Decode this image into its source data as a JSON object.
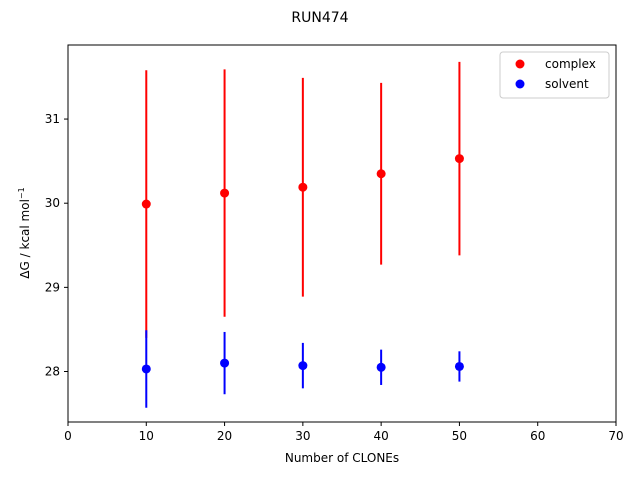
{
  "chart_data": {
    "type": "scatter",
    "title": "RUN474",
    "xlabel": "Number of CLONEs",
    "ylabel": "ΔG / kcal mol",
    "ylabel_superscript": "−1",
    "xlim": [
      0,
      70
    ],
    "ylim": [
      27.4,
      31.88
    ],
    "xticks": [
      0,
      10,
      20,
      30,
      40,
      50,
      60,
      70
    ],
    "yticks": [
      28,
      29,
      30,
      31
    ],
    "grid": false,
    "legend_position": "top-right",
    "series": [
      {
        "name": "complex",
        "color": "#ff0000",
        "x": [
          10,
          20,
          30,
          40,
          50
        ],
        "y": [
          29.99,
          30.12,
          30.19,
          30.35,
          30.53
        ],
        "err": [
          1.59,
          1.47,
          1.3,
          1.08,
          1.15
        ]
      },
      {
        "name": "solvent",
        "color": "#0000ff",
        "x": [
          10,
          20,
          30,
          40,
          50
        ],
        "y": [
          28.03,
          28.1,
          28.07,
          28.05,
          28.06
        ],
        "err": [
          0.46,
          0.37,
          0.27,
          0.21,
          0.18
        ]
      }
    ]
  }
}
